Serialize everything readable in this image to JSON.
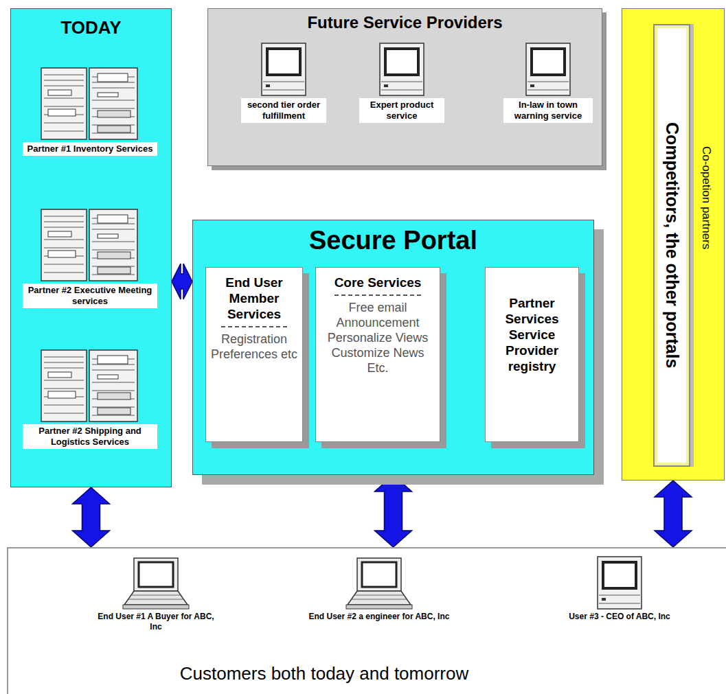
{
  "diagram": {
    "nodes": [
      {
        "text": [
          "TODAY"
        ]
      },
      {
        "text": [
          "Partner #1 Inventory Services"
        ],
        "in": 0
      },
      {
        "text": [
          "Partner #2 Executive Meeting services"
        ],
        "in": 0
      },
      {
        "text": [
          "Partner #2 Shipping and Logistics Services"
        ],
        "in": 0
      },
      {
        "text": [
          "Future Service Providers"
        ]
      },
      {
        "text": [
          "second tier order fulfillment"
        ],
        "in": 4
      },
      {
        "text": [
          "Expert product service"
        ],
        "in": 4
      },
      {
        "text": [
          "In-law in town warning service"
        ],
        "in": 4
      },
      {
        "text": [
          "Secure Portal"
        ]
      },
      {
        "text": [
          "End User Member Services",
          "Registration Preferences etc"
        ],
        "in": 8
      },
      {
        "text": [
          "Core Services",
          "Free email Announcement Personalize Views Customize News Etc."
        ],
        "in": 8
      },
      {
        "text": [
          "Partner Services Service Provider registry"
        ],
        "in": 8
      },
      {
        "text": [
          "Co-opetion partners"
        ]
      },
      {
        "text": [
          "Competitors, the other portals"
        ],
        "in": 12
      },
      {
        "text": [
          "Customers both today and tomorrow"
        ]
      },
      {
        "text": [
          "End User #1 A Buyer for ABC, Inc"
        ],
        "in": 14
      },
      {
        "text": [
          "End User #2 a engineer for ABC, Inc"
        ],
        "in": 14
      },
      {
        "text": [
          "User #3 - CEO of ABC, Inc"
        ],
        "in": 14
      }
    ],
    "edges": [
      {
        "from": 0,
        "to": 8,
        "arrow": "both"
      },
      {
        "from": 0,
        "to": 14,
        "arrow": "both"
      },
      {
        "from": 8,
        "to": 14,
        "arrow": "both"
      },
      {
        "from": 12,
        "to": 14,
        "arrow": "both"
      }
    ]
  }
}
